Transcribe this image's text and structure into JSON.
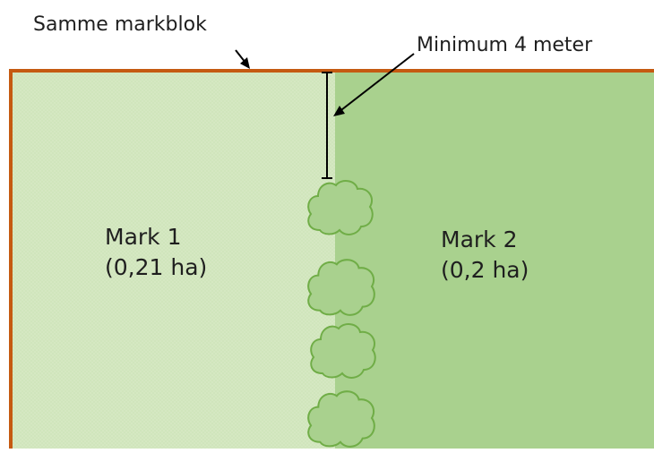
{
  "annotations": {
    "markblok_label": "Samme markblok",
    "distance_label": "Minimum 4 meter"
  },
  "fields": [
    {
      "name": "Mark 1",
      "area": "(0,21 ha)"
    },
    {
      "name": "Mark 2",
      "area": "(0,2 ha)"
    }
  ],
  "colors": {
    "field_1": "#d5e8c2",
    "field_2": "#a9d18e",
    "border": "#c55a11",
    "bush_fill": "#a9d18e",
    "bush_stroke": "#70ad47",
    "arrow": "#000000"
  },
  "icons": {
    "bush": "bush-icon"
  }
}
